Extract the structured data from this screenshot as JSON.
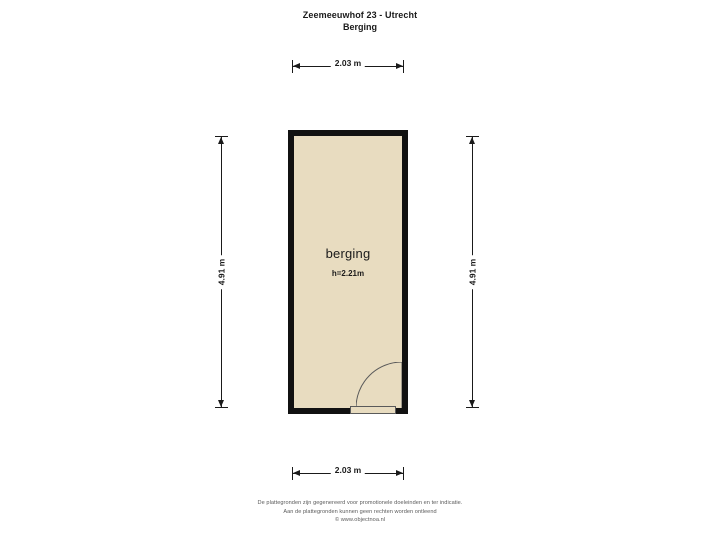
{
  "title": {
    "line1": "Zeemeeuwhof 23 - Utrecht",
    "line2": "Berging"
  },
  "plan": {
    "room_label": "berging",
    "room_height": "h=2.21m",
    "dimensions": {
      "top_width": "2.03 m",
      "bottom_width": "2.03 m",
      "left_height": "4.91 m",
      "right_height": "4.91 m"
    },
    "colors": {
      "floor_fill": "#e8dcc0",
      "wall": "#111111",
      "text": "#1a1a1a"
    }
  },
  "footer": {
    "line1": "De plattegronden zijn gegenereerd voor promotionele doeleinden en ter indicatie.",
    "line2": "Aan de plattegronden kunnen geen rechten worden ontleend",
    "line3": "© www.objectnoa.nl"
  }
}
